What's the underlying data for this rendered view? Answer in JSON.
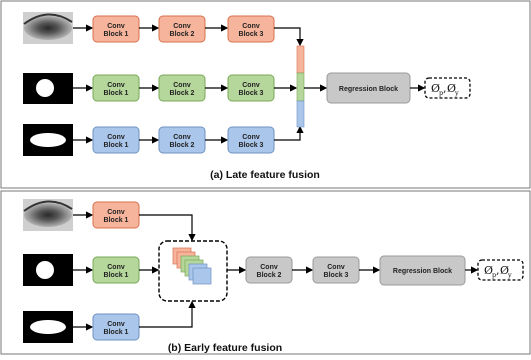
{
  "inputs": [
    "eye-image",
    "pupil-mask",
    "iris-mask"
  ],
  "conv_block_1": "Conv Block 1",
  "conv_block_2": "Conv Block 2",
  "conv_block_3": "Conv Block 3",
  "regression_block": "Regression Block",
  "output": {
    "symbol": "Ø",
    "sub_p": "p",
    "sub_y": "y",
    "sep": ","
  },
  "panel_a_caption": "(a) Late feature fusion",
  "panel_b_caption": "(b) Early feature fusion",
  "colors": {
    "orange_fill": "#f6b49c",
    "orange_stroke": "#d9714d",
    "green_fill": "#b5d79c",
    "green_stroke": "#78a858",
    "blue_fill": "#aac6ea",
    "blue_stroke": "#6e92c3",
    "gray_fill": "#c8c8c8",
    "gray_stroke": "#9a9a9a"
  }
}
